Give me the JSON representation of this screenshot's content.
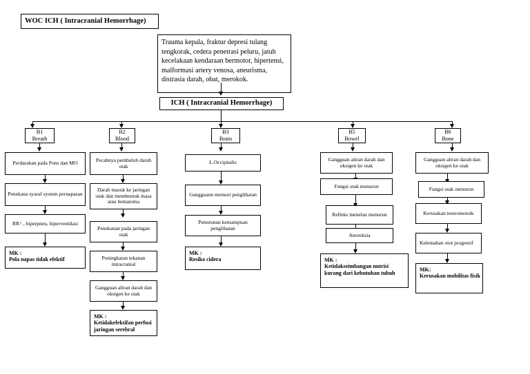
{
  "page": {
    "title_box": "WOC ICH  ( Intracranial Hemorrhage)",
    "cause_box": "Trauma kepala, fraktur depresi tulang tengkorak, cedera penetrasi peluru, jatuh kecelakaan kendaraan bermotor, hipertensi, malformasi artery venosa, aneurisma, distrasia darah, obat, merokok.",
    "central_box": "ICH ( Intracranial Hemorrhage)"
  },
  "branches": [
    {
      "id": "b1",
      "head": "B1\nBreath",
      "nodes": [
        "Perdarahan pada Pons dan MO",
        "Penekana syaraf system pernapasan",
        "RR↑ ,  hiperpneu, hiperventilasi"
      ],
      "mk": "MK :\nPola napas tidak efektif"
    },
    {
      "id": "b2",
      "head": "B2\nBlood",
      "nodes": [
        "Pecahnya pembuluh darah otak",
        "Darah masuk ke jaringan otak dan membentuk masa atau hematoma",
        "Penekanan pada jaringan otak",
        "Peningkatan tekanan intracranial",
        "Gangguan aliran darah dan oksigen ke otak"
      ],
      "mk": "MK :\nKetidakefektifan perfusi jaringan serebral"
    },
    {
      "id": "b3",
      "head": "B3\nBrain",
      "nodes": [
        "L.Occipitalis",
        "Gangguann memori penglihatan",
        "Penurunan kemampuan penglihatan"
      ],
      "mk": "MK :\nResiko cidera"
    },
    {
      "id": "b5",
      "head": "B5\nBowel",
      "nodes": [
        "Gangguan aliran darah dan oksigen ke otak",
        "Fungsi otak menurun",
        "Refleks menelan menurun",
        "Anoreksia"
      ],
      "mk": "MK :\nKetidakseimbangan nutrisi kurang dari kebutuhan tubuh"
    },
    {
      "id": "b6",
      "head": "B6\nBone",
      "nodes": [
        "Gangguan aliran darah dan oksigen ke otak",
        "Fungsi otak menurun",
        "Kerusakan neuromotoik",
        "Kelemahan otot progresif"
      ],
      "mk": "MK:\nKerusakan mobilitas fisik"
    }
  ],
  "colors": {
    "background": "#ffffff",
    "stroke": "#000000",
    "text": "#000000"
  }
}
